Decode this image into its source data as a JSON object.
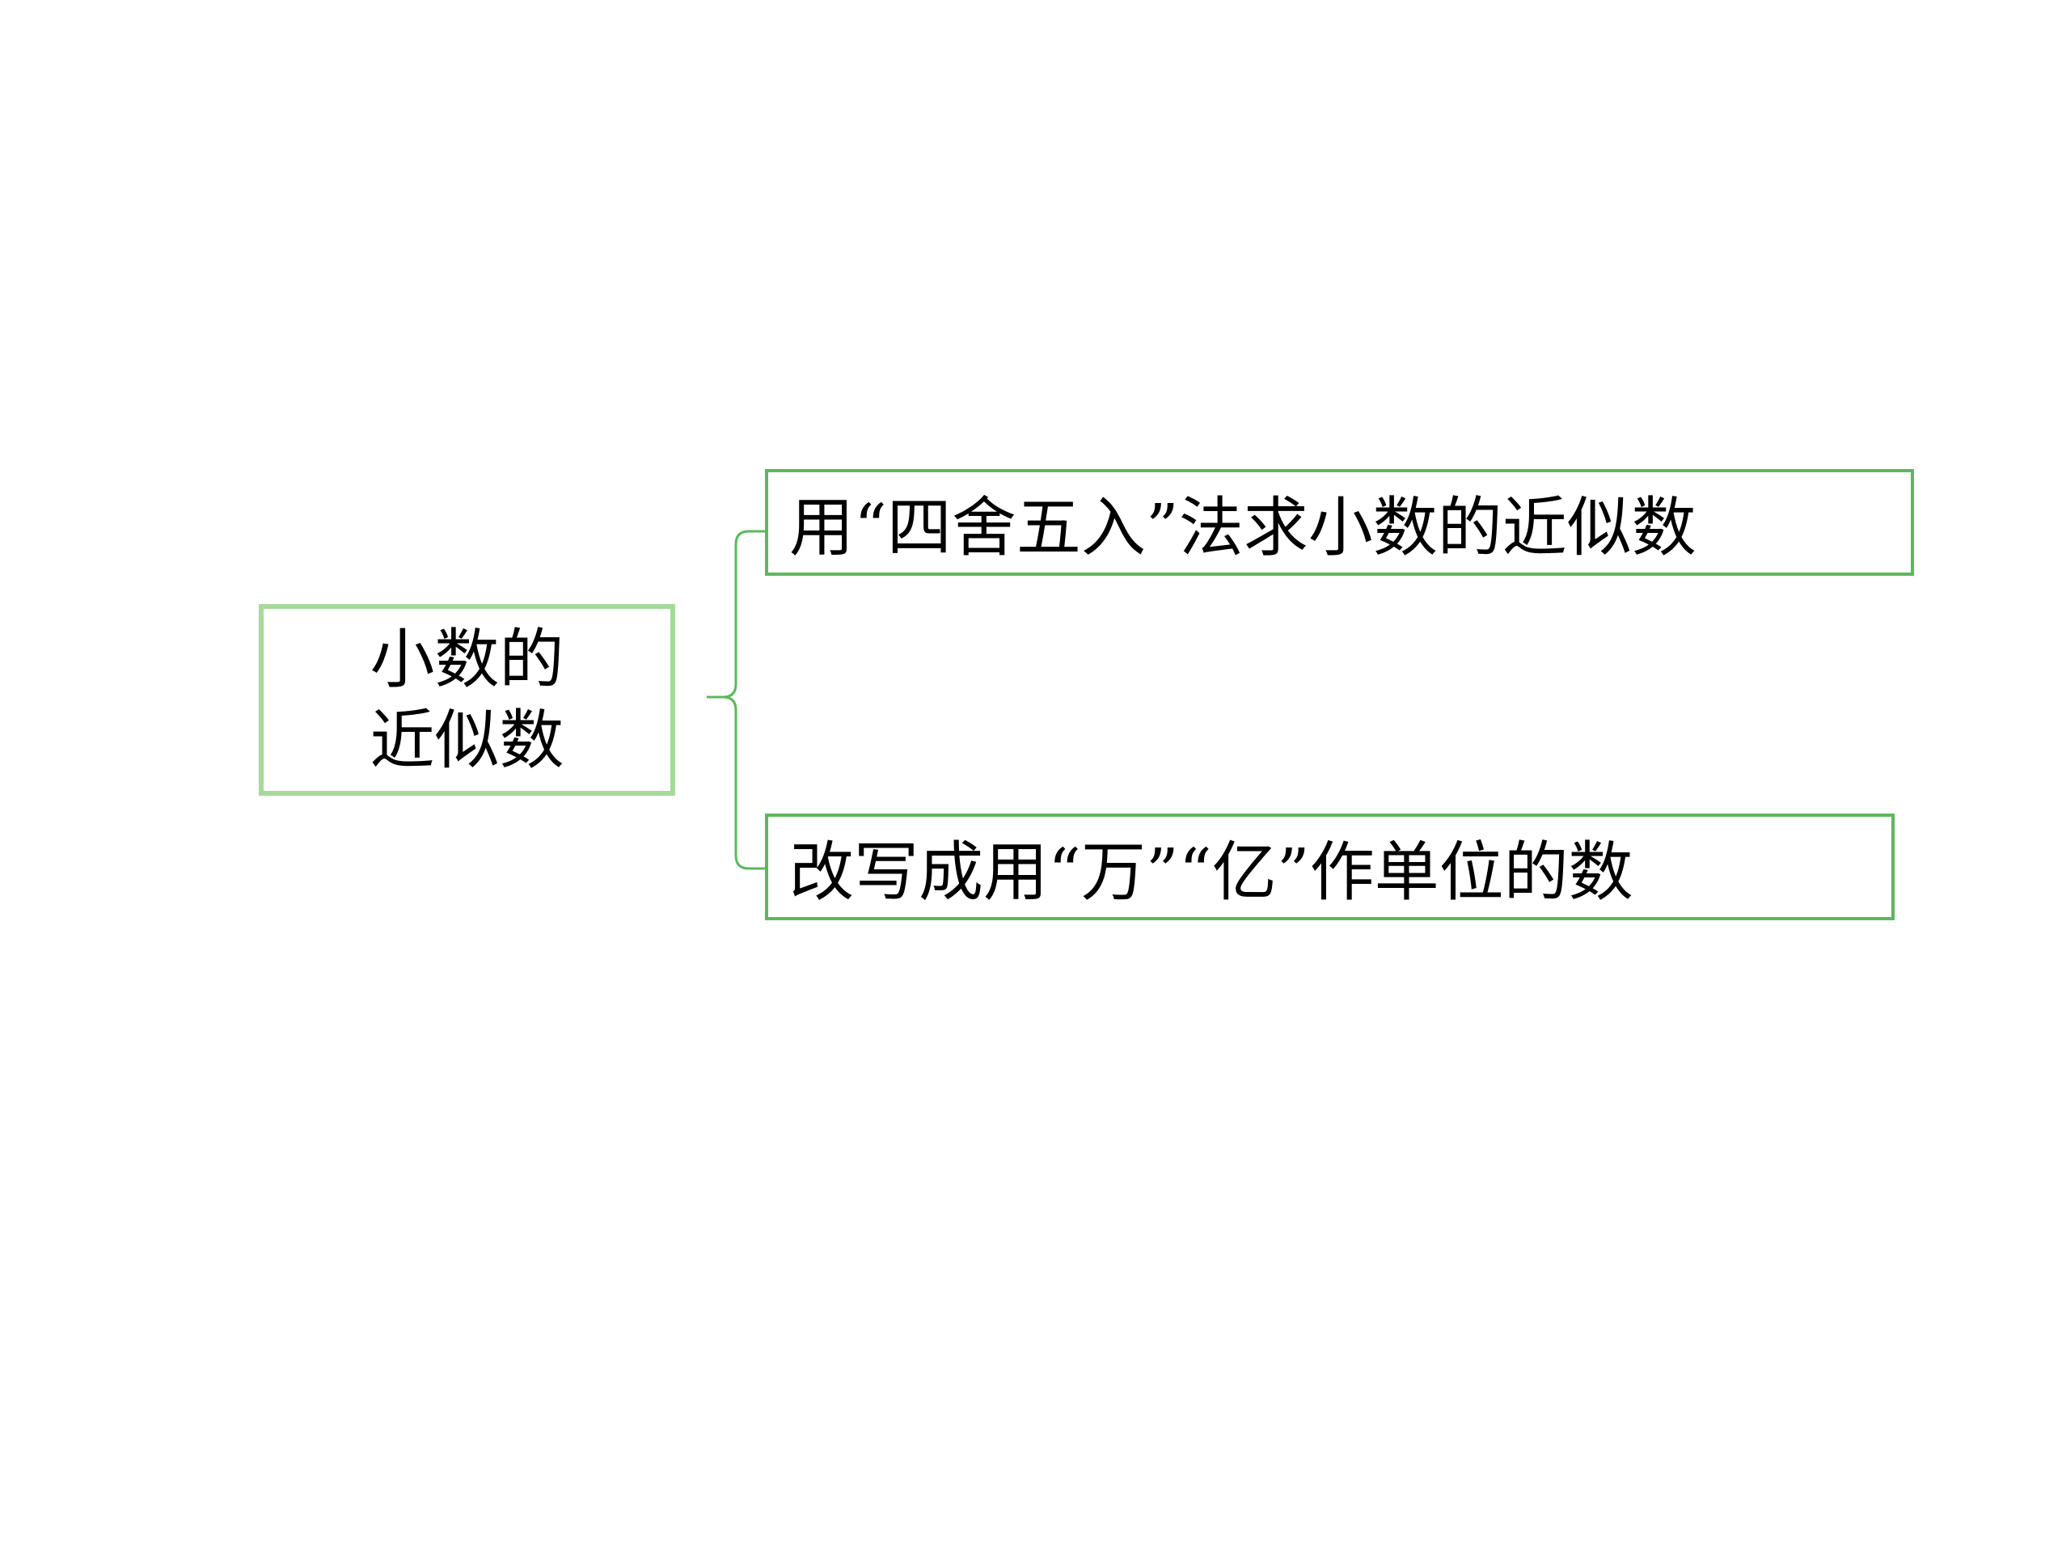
{
  "root": {
    "line1": "小数的",
    "line2": "近似数"
  },
  "branches": [
    {
      "label": "用“四舍五入”法求小数的近似数"
    },
    {
      "label": "改写成用“万”“亿”作单位的数"
    }
  ],
  "colors": {
    "root_border": "#a6d99a",
    "branch_border": "#5cb85c",
    "connector": "#5cb85c"
  }
}
